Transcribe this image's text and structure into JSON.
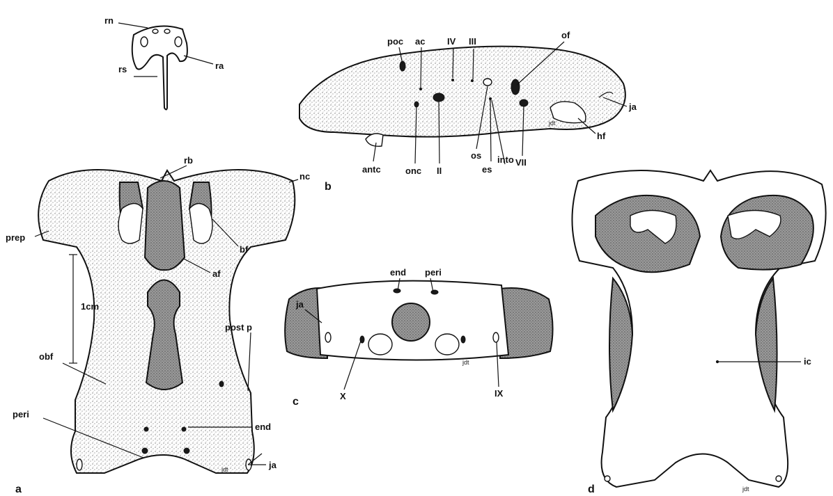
{
  "labels": {
    "rn": "rn",
    "rs": "rs",
    "ra": "ra",
    "poc": "poc",
    "ac": "ac",
    "iv": "IV",
    "iii": "III",
    "of": "of",
    "ja_b": "ja",
    "antc": "antc",
    "onc": "onc",
    "ii": "II",
    "os": "os",
    "es": "es",
    "into": "into",
    "vii": "VII",
    "hf": "hf",
    "rb": "rb",
    "nc": "nc",
    "prep": "prep",
    "bf": "bf",
    "af": "af",
    "scale": "1cm",
    "postp": "post p",
    "obf": "obf",
    "peri_a": "peri",
    "end_a": "end",
    "ja_a": "ja",
    "end_c": "end",
    "peri_c": "peri",
    "ja_c": "ja",
    "x": "X",
    "ix": "IX",
    "ic": "ic"
  },
  "panels": {
    "a": "a",
    "b": "b",
    "c": "c",
    "d": "d"
  },
  "signature": "jdt",
  "colors": {
    "ink": "#111111",
    "paper": "#ffffff",
    "stipple": "#8a8a8a"
  }
}
